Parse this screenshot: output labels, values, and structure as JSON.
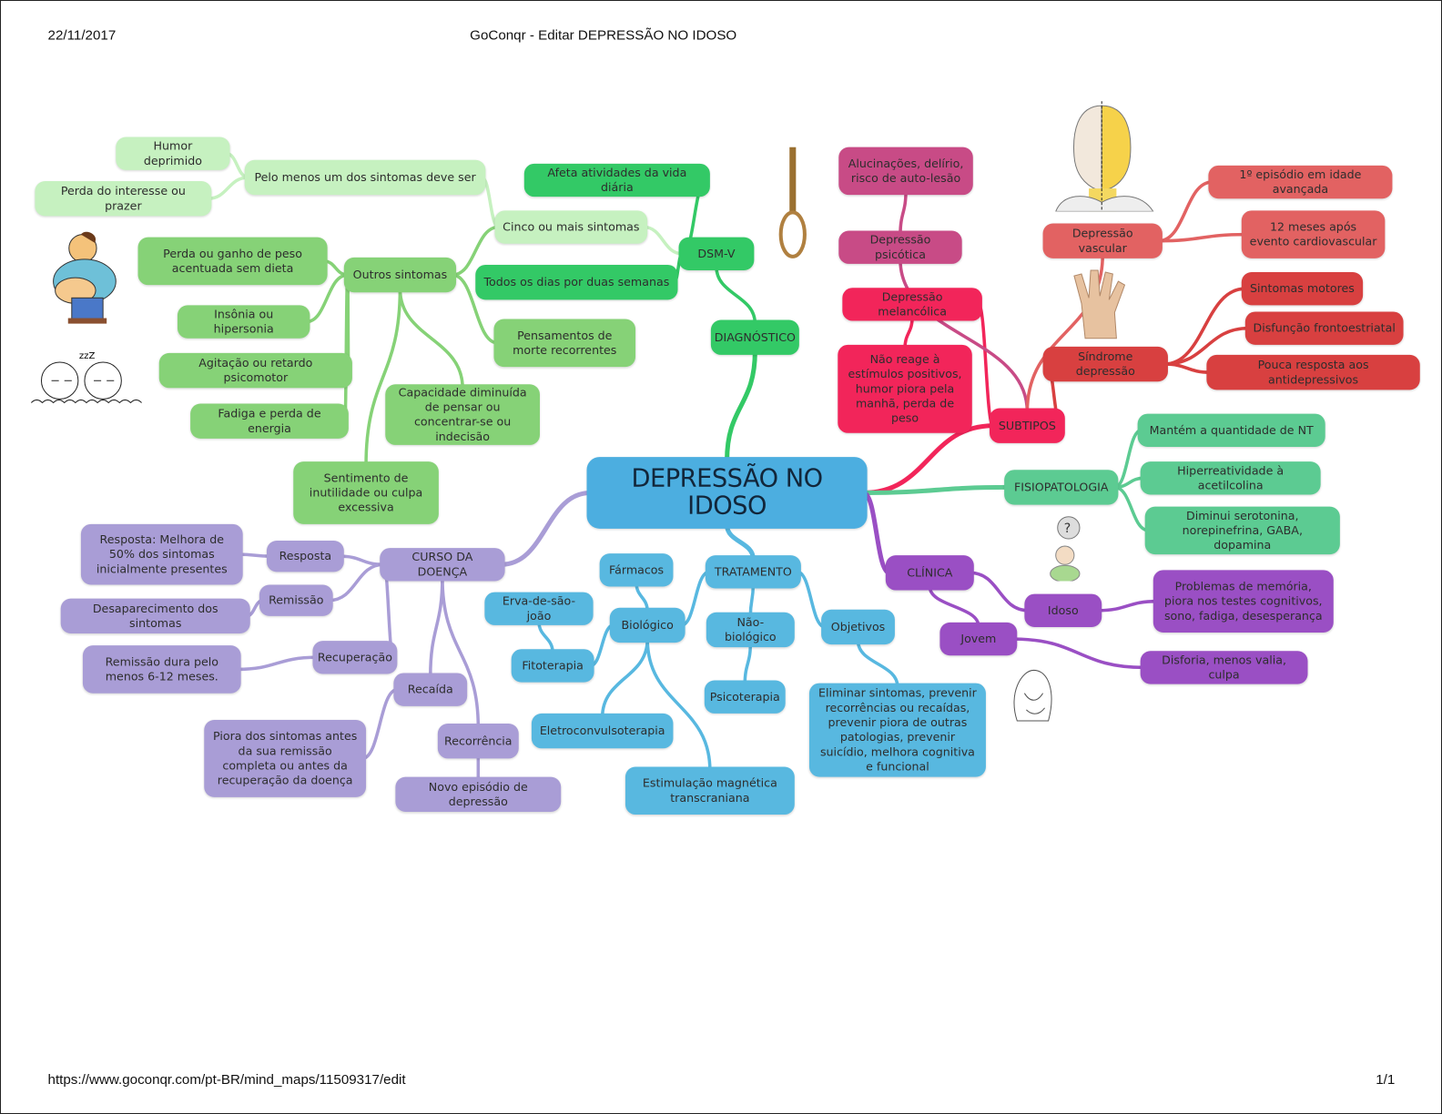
{
  "header": {
    "date": "22/11/2017",
    "title": "GoConqr - Editar DEPRESSÃO NO IDOSO",
    "url": "https://www.goconqr.com/pt-BR/mind_maps/11509317/edit",
    "page": "1/1"
  },
  "colors": {
    "center": "#4caee0",
    "diagnostico": "#33c966",
    "light_green": "#c6f1c0",
    "green": "#86d277",
    "subtipos": "#f2255a",
    "psicotica": "#c84b86",
    "vascular": "#e26262",
    "sindrome": "#d84040",
    "fisiopatologia": "#5ccb92",
    "clinica": "#9a4fc4",
    "tratamento": "#58b8e0",
    "curso": "#a99dd6"
  },
  "nodes": {
    "center": "DEPRESSÃO NO IDOSO",
    "diagnostico": "DIAGNÓSTICO",
    "dsmv": "DSM-V",
    "afeta": "Afeta atividades da vida diária",
    "todos": "Todos os dias por duas semanas",
    "cinco": "Cinco ou mais sintomas",
    "pelo": "Pelo menos um dos sintomas deve ser",
    "humor": "Humor deprimido",
    "perda_int": "Perda do interesse ou prazer",
    "outros": "Outros sintomas",
    "perda_peso": "Perda ou ganho de peso acentuada sem dieta",
    "insonia": "Insônia ou hipersonia",
    "agitacao": "Agitação ou retardo psicomotor",
    "fadiga": "Fadiga e perda de energia",
    "pensamentos": "Pensamentos de morte recorrentes",
    "capacidade": "Capacidade diminuída de pensar ou concentrar-se ou indecisão",
    "sentimento": "Sentimento de inutilidade ou culpa excessiva",
    "subtipos": "SUBTIPOS",
    "nao_reage": "Não reage à estímulos positivos, humor piora pela manhã, perda de peso",
    "melancolica": "Depressão melancólica",
    "psicotica": "Depressão psicótica",
    "alucinacoes": "Alucinações, delírio, risco de auto-lesão",
    "vascular": "Depressão vascular",
    "primeiro": "1º episódio em idade avançada",
    "doze": "12 meses após evento cardiovascular",
    "sindrome": "Síndrome depressão",
    "motores": "Sintomas motores",
    "disfuncao": "Disfunção frontoestriatal",
    "pouca": "Pouca resposta aos antidepressivos",
    "fisio": "FISIOPATOLOGIA",
    "mantem": "Mantém a quantidade de NT",
    "hiper": "Hiperreatividade à acetilcolina",
    "diminui": "Diminui serotonina, norepinefrina, GABA, dopamina",
    "clinica": "CLÍNICA",
    "idoso": "Idoso",
    "problemas": "Problemas de memória, piora nos testes cognitivos, sono, fadiga, desesperança",
    "jovem": "Jovem",
    "disforia": "Disforia, menos valia, culpa",
    "tratamento": "TRATAMENTO",
    "farmacos": "Fármacos",
    "biologico": "Biológico",
    "erva": "Erva-de-são-joão",
    "fito": "Fitoterapia",
    "eletro": "Eletroconvulsoterapia",
    "estim": "Estimulação magnética transcraniana",
    "naobio": "Não-biológico",
    "psico": "Psicoterapia",
    "objetivos": "Objetivos",
    "eliminar": "Eliminar sintomas, prevenir recorrências ou recaídas, prevenir piora de outras patologias, prevenir suicídio, melhora cognitiva e funcional",
    "curso": "CURSO DA DOENÇA",
    "resposta": "Resposta",
    "resp_txt": "Resposta: Melhora de 50% dos sintomas inicialmente presentes",
    "remissao": "Remissão",
    "desap": "Desaparecimento dos sintomas",
    "recuperacao": "Recuperação",
    "rem_txt": "Remissão dura pelo menos 6-12 meses.",
    "recaida": "Recaída",
    "piora": "Piora dos sintomas antes da sua remissão completa ou antes da recuperação da doença",
    "recorrencia": "Recorrência",
    "novo": "Novo episódio de depressão"
  }
}
